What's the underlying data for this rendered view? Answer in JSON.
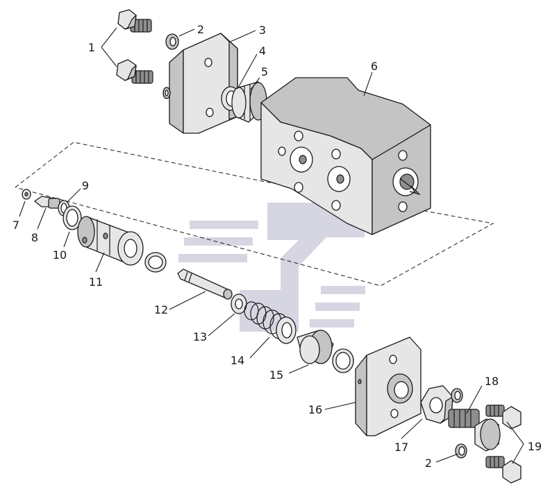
{
  "diagram": {
    "colors": {
      "background": "#ffffff",
      "part_fill": "#e6e6e6",
      "part_shade": "#c4c4c4",
      "part_dark": "#8e8e8e",
      "outline": "#1a1a1a",
      "watermark": "#d6d6e2"
    },
    "callouts": [
      {
        "id": "c1",
        "label": "1"
      },
      {
        "id": "c2a",
        "label": "2"
      },
      {
        "id": "c3",
        "label": "3"
      },
      {
        "id": "c4",
        "label": "4"
      },
      {
        "id": "c5",
        "label": "5"
      },
      {
        "id": "c6",
        "label": "6"
      },
      {
        "id": "c7",
        "label": "7"
      },
      {
        "id": "c8",
        "label": "8"
      },
      {
        "id": "c9",
        "label": "9"
      },
      {
        "id": "c10",
        "label": "10"
      },
      {
        "id": "c11",
        "label": "11"
      },
      {
        "id": "c12",
        "label": "12"
      },
      {
        "id": "c13",
        "label": "13"
      },
      {
        "id": "c14",
        "label": "14"
      },
      {
        "id": "c15",
        "label": "15"
      },
      {
        "id": "c16",
        "label": "16"
      },
      {
        "id": "c17",
        "label": "17"
      },
      {
        "id": "c18",
        "label": "18"
      },
      {
        "id": "c2b",
        "label": "2"
      },
      {
        "id": "c19",
        "label": "19"
      }
    ]
  }
}
